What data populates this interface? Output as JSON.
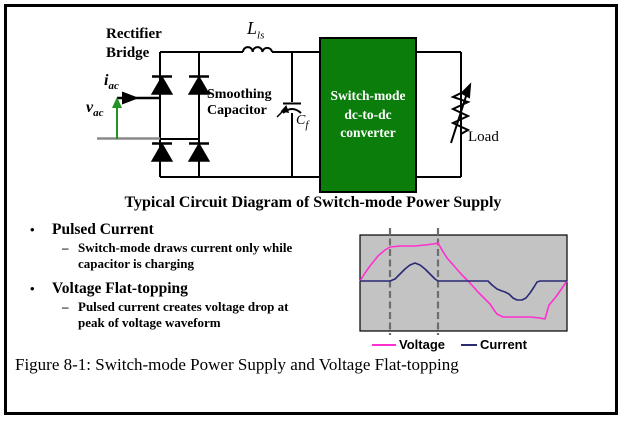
{
  "circuit": {
    "rectifier_line1": "Rectifier",
    "rectifier_line2": "Bridge",
    "smoothing_line1": "Smoothing",
    "smoothing_line2": "Capacitor",
    "labels": {
      "iac": {
        "main": "i",
        "sub": "ac"
      },
      "vac": {
        "main": "v",
        "sub": "ac"
      },
      "lls": {
        "main": "L",
        "sub": "ls"
      },
      "cf": {
        "main": "C",
        "sub": "f"
      }
    },
    "converter": {
      "line1": "Switch-mode",
      "line2": "dc-to-dc",
      "line3": "converter",
      "fill": "#0a7d0a",
      "text_color": "#ffffff"
    },
    "load_label": "Load",
    "vac_arrow_color": "#219421",
    "wire_color": "#000000",
    "caption": "Typical Circuit Diagram of Switch-mode Power Supply"
  },
  "bullet_glyph": "•",
  "dash_glyph": "–",
  "bullets": [
    {
      "label": "Pulsed Current",
      "detail": "Switch-mode draws current only while capacitor is charging"
    },
    {
      "label": "Voltage Flat-topping",
      "detail": "Pulsed current creates voltage drop at peak of voltage waveform"
    }
  ],
  "chart_data": {
    "type": "line",
    "title": "",
    "background": "#c3c3c3",
    "border_color": "#000000",
    "legend_position": "bottom",
    "dashed_marker_color": "#6e6e6e",
    "dashed_lines_x": [
      30,
      78
    ],
    "plot_size": [
      207,
      96
    ],
    "zero_line_y": 46,
    "series": [
      {
        "name": "Voltage",
        "color": "#ff2fd0",
        "points": [
          [
            0,
            46
          ],
          [
            5,
            38
          ],
          [
            10,
            31
          ],
          [
            18,
            21
          ],
          [
            25,
            15
          ],
          [
            30,
            12
          ],
          [
            40,
            11
          ],
          [
            55,
            11
          ],
          [
            65,
            10
          ],
          [
            73,
            9
          ],
          [
            78,
            8
          ],
          [
            82,
            15
          ],
          [
            87,
            23
          ],
          [
            95,
            32
          ],
          [
            102,
            40
          ],
          [
            110,
            48
          ],
          [
            118,
            57
          ],
          [
            125,
            64
          ],
          [
            130,
            69
          ],
          [
            134,
            75
          ],
          [
            137,
            79
          ],
          [
            143,
            82
          ],
          [
            155,
            82
          ],
          [
            170,
            82
          ],
          [
            180,
            83
          ],
          [
            185,
            84
          ],
          [
            187,
            77
          ],
          [
            189,
            70
          ],
          [
            195,
            63
          ],
          [
            200,
            56
          ],
          [
            207,
            46
          ]
        ]
      },
      {
        "name": "Current",
        "color": "#2a2a75",
        "points": [
          [
            0,
            46
          ],
          [
            30,
            46
          ],
          [
            35,
            44
          ],
          [
            40,
            39
          ],
          [
            45,
            34
          ],
          [
            50,
            30
          ],
          [
            55,
            28
          ],
          [
            60,
            30
          ],
          [
            65,
            34
          ],
          [
            70,
            39
          ],
          [
            75,
            44
          ],
          [
            78,
            46
          ],
          [
            128,
            46
          ],
          [
            132,
            50
          ],
          [
            137,
            54
          ],
          [
            142,
            56
          ],
          [
            145,
            57
          ],
          [
            149,
            59
          ],
          [
            153,
            63
          ],
          [
            157,
            65
          ],
          [
            162,
            65
          ],
          [
            166,
            63
          ],
          [
            170,
            58
          ],
          [
            174,
            52
          ],
          [
            177,
            47
          ],
          [
            180,
            46
          ],
          [
            207,
            46
          ]
        ]
      }
    ]
  },
  "figure_caption": "Figure 8-1:  Switch-mode Power Supply and Voltage Flat-topping"
}
